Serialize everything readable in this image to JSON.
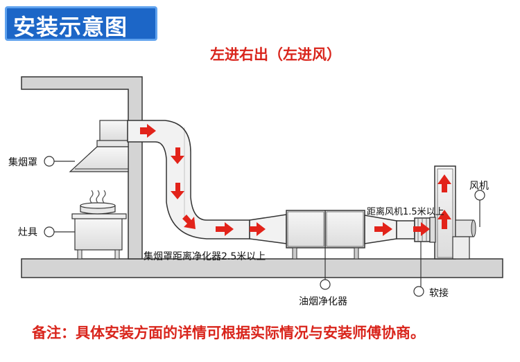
{
  "title": "安装示意图",
  "subtitle": "左进右出（左进风）",
  "labels": {
    "hood": "集烟罩",
    "stove": "灶具",
    "fan": "风机",
    "hood_distance": "集烟罩距离净化器2.5米以上",
    "fan_distance": "距离风机1.5米以上",
    "purifier": "油烟净化器",
    "soft_joint": "软接"
  },
  "note": "备注：具体安装方面的详情可根据实际情况与安装师傅协商。",
  "colors": {
    "title_bg": "#1c66c7",
    "accent_red": "#d9251c",
    "duct_fill": "#f2f2f2",
    "floor_fill": "#d4d4d4"
  }
}
